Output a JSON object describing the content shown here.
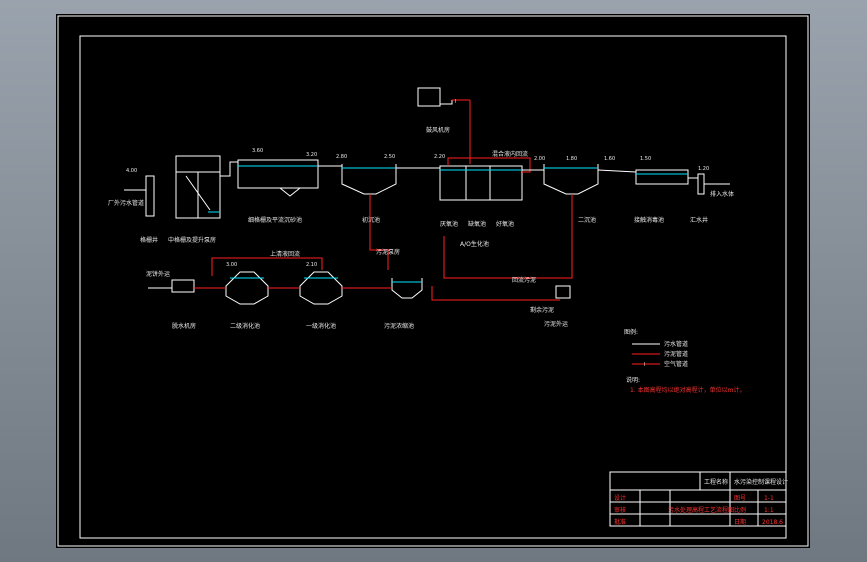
{
  "units": {
    "inlet_label": "厂外污水管道",
    "screen": "格栅井",
    "pump_well": "中格栅及提升泵房",
    "grit": "细格栅及平流沉砂池",
    "primary": "初沉池",
    "abr": "厌氧池",
    "ao": "缺氧池",
    "aerobic": "好氧池",
    "ao_group": "A/O生化池",
    "secondary": "二沉池",
    "disinfect": "接触消毒池",
    "outfall": "汇水井",
    "river": "排入水体",
    "blower": "鼓风机房",
    "recycle": "混合液内回流",
    "sludge_return": "回流污泥",
    "sludge_pump": "污泥泵房",
    "excess": "剩余污泥",
    "sludge_thick": "污泥浓缩池",
    "digester1": "一级消化池",
    "digester2": "二级消化池",
    "supernatant": "上清液回流",
    "dewater": "脱水机房",
    "cake": "泥饼外运",
    "sludge_out": "污泥外运"
  },
  "legend": {
    "title": "图例:",
    "items": [
      "污水管道",
      "污泥管道",
      "空气管道"
    ]
  },
  "notes": {
    "title": "说明:",
    "items": [
      "1. 本图高程均以绝对高程计，单位以m计。"
    ]
  },
  "elevations": [
    "4.00",
    "3.60",
    "3.20",
    "2.80",
    "2.50",
    "2.20",
    "2.00",
    "1.80",
    "1.60",
    "1.50",
    "1.20",
    "3.00",
    "2.10"
  ],
  "title_block": {
    "company": "工程名称",
    "project": "水污染控制课程设计",
    "drawing_title": "污水处理高程工艺流程图",
    "row_labels": [
      "设计",
      "审核",
      "批准"
    ],
    "right_labels": [
      "图号",
      "比例",
      "日期"
    ],
    "right_values": [
      "1-1",
      "1:1",
      "2018.6"
    ]
  },
  "colors": {
    "frame": "#ffffff",
    "sewage": "#ffffff",
    "sludge": "#ff2020",
    "water": "#00e5ff",
    "background": "#000000"
  }
}
